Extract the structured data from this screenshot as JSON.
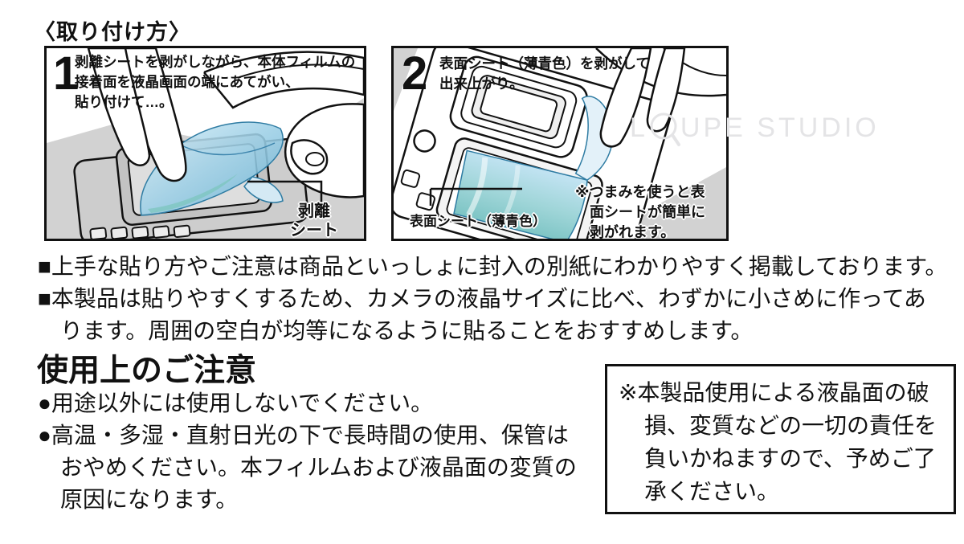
{
  "page": {
    "title": "〈取り付け方〉",
    "watermark_prefix": "L",
    "watermark_suffix": "UPE STUDIO",
    "watermark_full": "LOUPE STUDIO"
  },
  "step1": {
    "number": "1",
    "lines": [
      "剥離シートを剥がしながら、本体フィルムの",
      "接着面を液晶画面の端にあてがい、",
      "貼り付けて…。"
    ],
    "label_line1": "剥離",
    "label_line2": "シート"
  },
  "step2": {
    "number": "2",
    "lines": [
      "表面シート（薄青色）を剥がして",
      "出来上がり。"
    ],
    "label": "表面シート（薄青色）",
    "note_lines": [
      "※つまみを使うと表",
      "面シートが簡単に",
      "剥がれます。"
    ]
  },
  "notes": {
    "n1_lines": [
      "■上手な貼り方やご注意は商品といっしょに封入の別紙にわかりやすく掲載しております。"
    ],
    "n2_lines": [
      "■本製品は貼りやすくするため、カメラの液晶サイズに比べ、わずかに小さめに作ってあ",
      "ります。周囲の空白が均等になるように貼ることをおすすめします。"
    ]
  },
  "precautions": {
    "heading": "使用上のご注意",
    "item1_lines": [
      "●用途以外には使用しないでください。"
    ],
    "item2_lines": [
      "●高温・多湿・直射日光の下で長時間の使用、保管は",
      "おやめください。本フィルムおよび液晶面の変質の",
      "原因になります。"
    ]
  },
  "disclaimer": {
    "lines": [
      "※本製品使用による液晶面の破",
      "損、変質などの一切の責任を",
      "負いかねますので、予めご了",
      "承ください。"
    ]
  },
  "colors": {
    "ink": "#111111",
    "panel_gray": "#d2d2d2",
    "film_blue_light": "#d9eef7",
    "film_blue": "#67b1d2",
    "film_teal": "#7cc4c4",
    "watermark": "#e4e4e6"
  }
}
